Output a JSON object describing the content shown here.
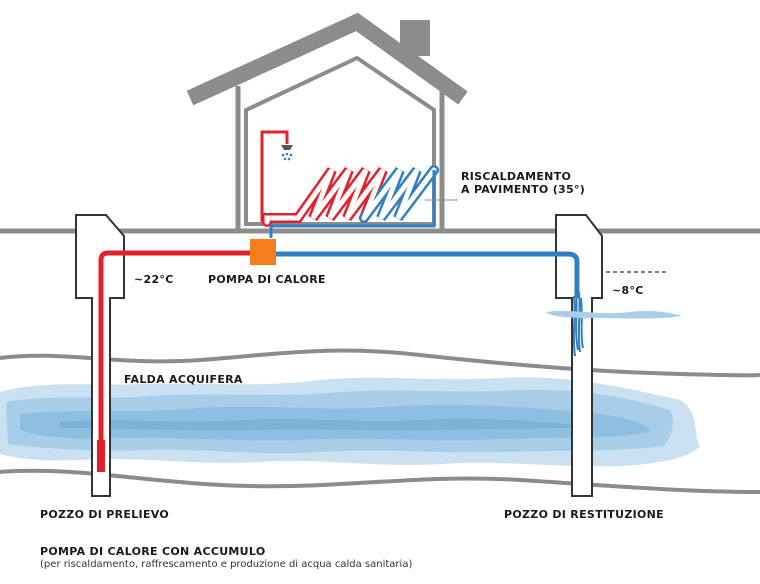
{
  "labels": {
    "riscaldamento_line1": "RISCALDAMENTO",
    "riscaldamento_line2": "A PAVIMENTO (35°)",
    "temp_prelievo": "~22°C",
    "pompa": "POMPA DI CALORE",
    "temp_restituzione": "~8°C",
    "falda": "FALDA ACQUIFERA",
    "pozzo_prelievo": "POZZO DI PRELIEVO",
    "pozzo_restituzione": "POZZO DI RESTITUZIONE",
    "footer_title": "POMPA DI CALORE CON ACCUMULO",
    "footer_sub": "(per riscaldamento, raffrescamento e produzione di acqua calda sanitaria)"
  },
  "colors": {
    "hot_pipe": "#e3212b",
    "cold_pipe": "#2f7fc1",
    "heat_pump": "#f57c1f",
    "outline": "#8c8c8c",
    "water": "#8fbfe0"
  },
  "icons": {
    "shower": "shower-head-icon",
    "heat_pump": "heat-pump-box"
  }
}
